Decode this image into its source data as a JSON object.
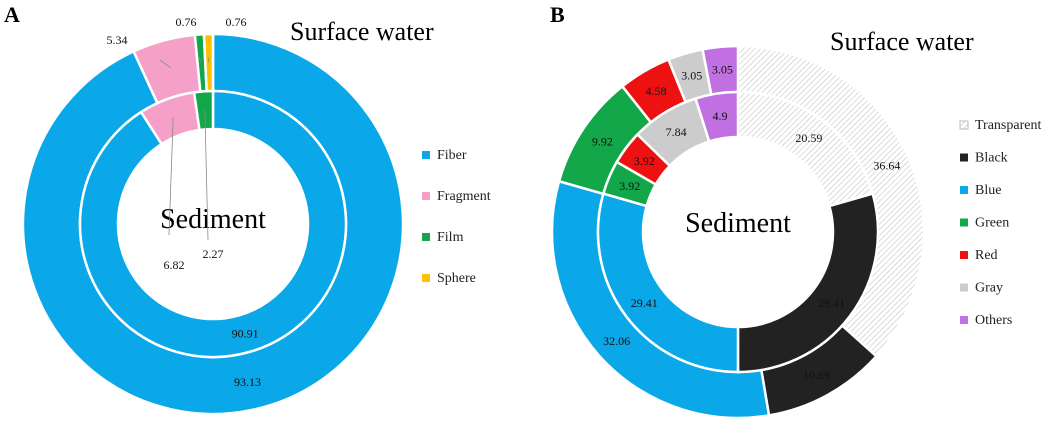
{
  "chart_data": [
    {
      "type": "pie",
      "panel_label": "A",
      "outer_ring_label": "Surface water",
      "inner_ring_label": "Sediment",
      "categories": [
        "Fiber",
        "Fragment",
        "Film",
        "Sphere"
      ],
      "colors": [
        "#0aa8e8",
        "#f5a0c8",
        "#12a84a",
        "#ffc000"
      ],
      "series": [
        {
          "name": "Surface water",
          "values": [
            93.13,
            5.34,
            0.76,
            0.76
          ],
          "labels": [
            "93.13",
            "5.34",
            "0.76",
            "0.76"
          ]
        },
        {
          "name": "Sediment",
          "values": [
            90.91,
            6.82,
            2.27,
            0
          ],
          "labels": [
            "90.91",
            "6.82",
            "2.27",
            ""
          ]
        }
      ],
      "legend": [
        "Fiber",
        "Fragment",
        "Film",
        "Sphere"
      ],
      "legend_position": "right"
    },
    {
      "type": "pie",
      "panel_label": "B",
      "outer_ring_label": "Surface water",
      "inner_ring_label": "Sediment",
      "categories": [
        "Transparent",
        "Black",
        "Blue",
        "Green",
        "Red",
        "Gray",
        "Others"
      ],
      "colors": [
        "hatch",
        "#222222",
        "#0aa8e8",
        "#12a84a",
        "#ee1111",
        "#cccccc",
        "#c070e0"
      ],
      "series": [
        {
          "name": "Surface water",
          "values": [
            36.64,
            10.69,
            32.06,
            9.92,
            4.58,
            3.05,
            3.05
          ],
          "labels": [
            "36.64",
            "10.69",
            "32.06",
            "9.92",
            "4.58",
            "3.05",
            "3.05"
          ]
        },
        {
          "name": "Sediment",
          "values": [
            20.59,
            29.41,
            29.41,
            3.92,
            3.92,
            7.84,
            4.9
          ],
          "labels": [
            "20.59",
            "29.41",
            "29.41",
            "3.92",
            "3.92",
            "7.84",
            "4.9"
          ]
        }
      ],
      "legend": [
        "Transparent",
        "Black",
        "Blue",
        "Green",
        "Red",
        "Gray",
        "Others"
      ],
      "legend_position": "right"
    }
  ]
}
